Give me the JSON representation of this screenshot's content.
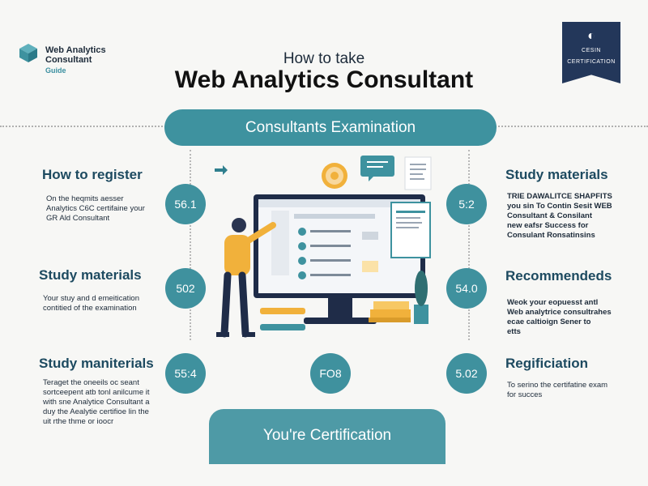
{
  "logo": {
    "title_line1": "Web Analytics",
    "title_line2": "Consultant",
    "subtitle": "Guide"
  },
  "badge": {
    "line1": "CESIN",
    "line2": "CERTIFICATION"
  },
  "title": {
    "line1": "How to take",
    "line2": "Web Analytics Consultant"
  },
  "top_banner": "Consultants Examination",
  "bottom_banner": "You're Certification",
  "left": [
    {
      "heading": "How to register",
      "lines": [
        "On the heqmits aesser",
        "Analytics C6C certifaine your",
        "GR Ald Consultant"
      ],
      "badge": "56.1"
    },
    {
      "heading": "Study materials",
      "lines": [
        "Your stuy and d emeitication",
        "contitied  of  the examination"
      ],
      "badge": "502"
    },
    {
      "heading": "Study maniterials",
      "lines": [
        "Teraget the oneeils oc seant",
        "sortceepent atb tonl anilcume it",
        "with sne Analytice Consultant a",
        "duy the Aealytie certifioe lin the",
        "uit rthe thme or ioocr"
      ],
      "badge": "55:4"
    }
  ],
  "center_badge": "FO8",
  "right": [
    {
      "heading": "Study materials",
      "lines": [
        "TRIE DAWALITCE SHAPFITS",
        "you sin To Contin Sesit WEB",
        "Consultant & Consilant",
        "new eafsr Success  for",
        "Consulant Ronsatinsins"
      ],
      "badge": "5:2"
    },
    {
      "heading": "Recommendeds",
      "lines": [
        "Weok your eopuesst antl",
        "Web analytrice consultrahes",
        "ecae caltioign Sener to",
        "etts"
      ],
      "badge": "54.0"
    },
    {
      "heading": "Regificiation",
      "lines": [
        "To serino the certifatine exam",
        "for succes"
      ],
      "badge": "5.02"
    }
  ]
}
